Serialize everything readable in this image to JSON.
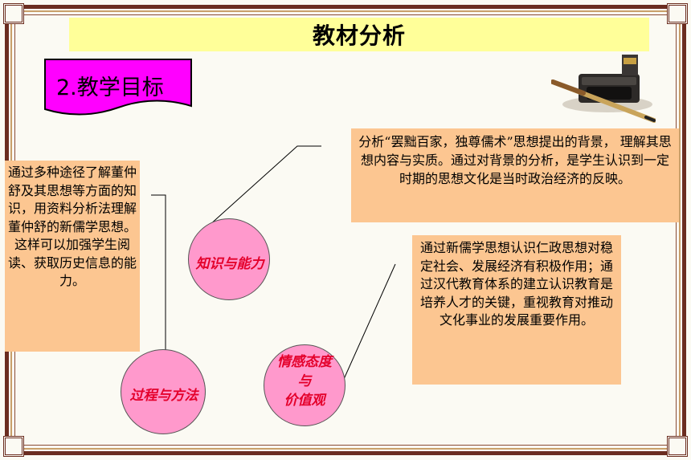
{
  "title": "教材分析",
  "objective": {
    "label": "2.教学目标"
  },
  "circles": {
    "knowledge": "知识与能力",
    "process": "过程与方法",
    "emotion_lines": [
      "情感态度",
      "与",
      "价值观"
    ]
  },
  "boxes": {
    "left": "通过多种途径了解董仲舒及其思想等方面的知识，用资料分析法理解董仲舒的新儒学思想。这样可以加强学生阅读、获取历史信息的能力。",
    "top_right": "分析“罢黜百家，独尊儒术”思想提出的背景， 理解其思想内容与实质。通过对背景的分析，是学生认识到一定时期的思想文化是当时政治经济的反映。",
    "bottom_right": "通过新儒学思想认识仁政思想对稳定社会、发展经济有积极作用；通过汉代教育体系的建立认识教育是培养人才的关键，重视教育对推动文化事业的发展重要作用。"
  },
  "colors": {
    "title_band": "#ffff99",
    "objective_tag": "#ff00ff",
    "text_boxes": "#fcc691",
    "circles": "#ff99cc",
    "circle_text": "#e4002b",
    "frame": "#6b2d20"
  }
}
